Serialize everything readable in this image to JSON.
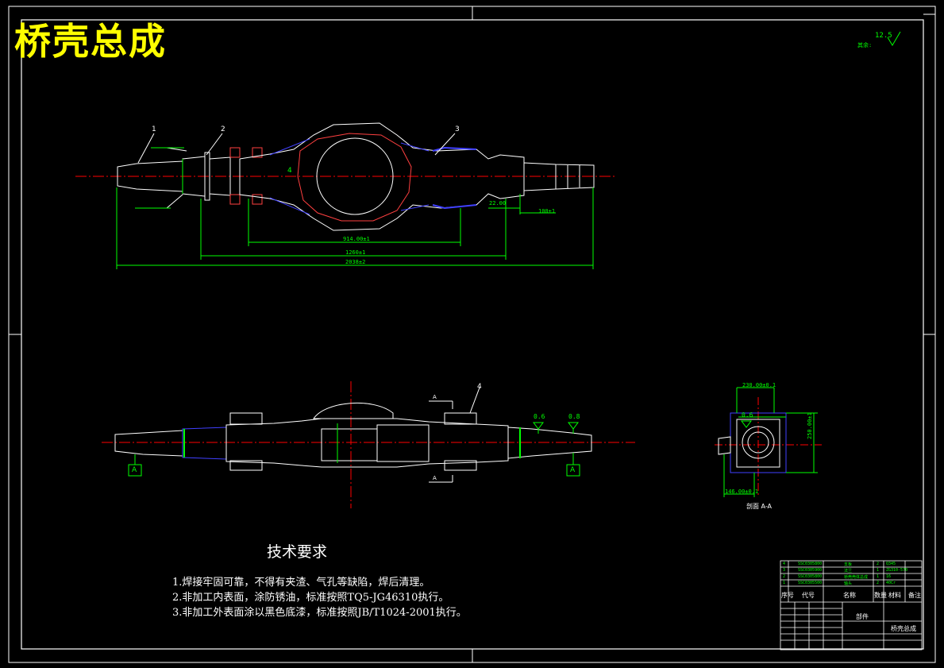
{
  "drawing": {
    "title": "桥壳总成",
    "roughness": {
      "label": "其余:",
      "value": "12.5"
    }
  },
  "balloons": [
    "1",
    "2",
    "3",
    "4",
    "4"
  ],
  "dimensions": {
    "top_inner": "914.00±1",
    "top_mid": "1260±1",
    "top_overall": "2038±2",
    "top_right_a": "22.00",
    "top_right_b": "100±1",
    "section_width": "230.00±0.1",
    "section_height": "250.00±1",
    "section_bottom": "146.00±0.1"
  },
  "datums": [
    "A",
    "A"
  ],
  "tolerances": [
    "0.6",
    "0.8",
    "0.6"
  ],
  "section_marks": [
    "A",
    "A"
  ],
  "section_label": "剖面 A-A",
  "requirements": {
    "title": "技术要求",
    "items": [
      "1.焊接牢固可靠，不得有夹渣、气孔等缺陷，焊后清理。",
      "2.非加工内表面，涂防锈油，标准按照TQ5-JG46310执行。",
      "3.非加工外表面涂以黑色底漆，标准按照JB/T1024-2001执行。"
    ]
  },
  "title_block": {
    "header": [
      "序号",
      "代号",
      "名称",
      "数量",
      "材料",
      "备注"
    ],
    "part_name": "部件",
    "assembly_name": "桥壳总成",
    "rows": [
      [
        "4",
        "SSC0305800",
        "支板",
        "2",
        "Q345",
        ""
      ],
      [
        "3",
        "SSC0305900",
        "法兰",
        "1",
        "ZG310-570",
        ""
      ],
      [
        "2",
        "SSC0305800",
        "桥壳壳体总成",
        "1",
        "16",
        ""
      ],
      [
        "1",
        "SSC0305500",
        "轴头",
        "2",
        "40Cr",
        ""
      ]
    ]
  },
  "colors": {
    "title": "#ffff00",
    "dimension": "#00ff00",
    "centerline": "#ff0000",
    "outline": "#ffffff",
    "hatch": "#4040ff"
  }
}
